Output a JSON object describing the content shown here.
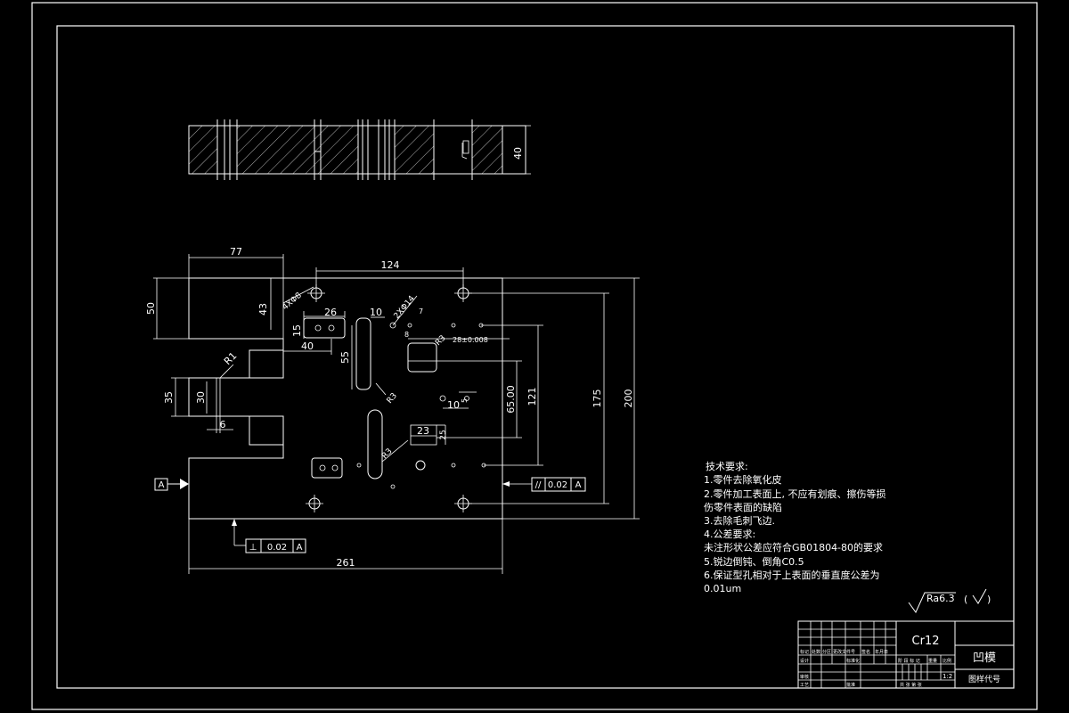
{
  "drawing": {
    "dimensions": {
      "top_height": "40",
      "d77": "77",
      "d124": "124",
      "d50": "50",
      "d43": "43",
      "d26": "26",
      "d15": "15",
      "d40": "40",
      "d10a": "10",
      "d55": "55",
      "d35": "35",
      "d30": "30",
      "d6": "6",
      "d23": "23",
      "d25": "25",
      "d10b": "10",
      "d65": "65.00",
      "d121": "121",
      "d175": "175",
      "d200": "200",
      "d261": "261",
      "tol": "28±0.008",
      "small_a": "7",
      "small_b": "8",
      "small_c": "5",
      "r1": "R1",
      "r3a": "R3",
      "r3b": "R3",
      "r3c": "R3",
      "hole1": "4XΦ8",
      "hole2": "2XΦ14",
      "gdt_parallel_sym": "//",
      "gdt_parallel_val": "0.02",
      "gdt_parallel_ref": "A",
      "gdt_perp_sym": "⊥",
      "gdt_perp_val": "0.02",
      "gdt_perp_ref": "A",
      "datum": "A"
    },
    "notes": {
      "heading": "技术要求:",
      "line1": "1.零件去除氧化皮",
      "line2": "2.零件加工表面上, 不应有划痕、擦伤等损",
      "line3": "伤零件表面的缺陷",
      "line4": "3.去除毛刺飞边.",
      "line5": "4.公差要求:",
      "line6": "未注形状公差应符合GB01804-80的要求",
      "line7": "5.锐边倒钝、倒角C0.5",
      "line8": "6.保证型孔相对于上表面的垂直度公差为",
      "line9": "0.01um"
    },
    "roughness": {
      "value": "Ra6.3",
      "paren_open": "(",
      "paren_close": ")"
    },
    "title_block": {
      "material": "Cr12",
      "part_name": "凹模",
      "drawing_code": "图样代号",
      "scale": "1:2",
      "stage_label": "阶 段 标 记",
      "weight": "重量",
      "scale_label": "比例",
      "sheets": "共  张  第  张",
      "mark": "标记",
      "count": "处数",
      "zone": "分区",
      "change_doc": "更改文件号",
      "signature": "签名",
      "date": "年月日",
      "design": "设计",
      "standard": "标准化",
      "review": "审核",
      "process": "工艺",
      "approve": "批准"
    }
  }
}
